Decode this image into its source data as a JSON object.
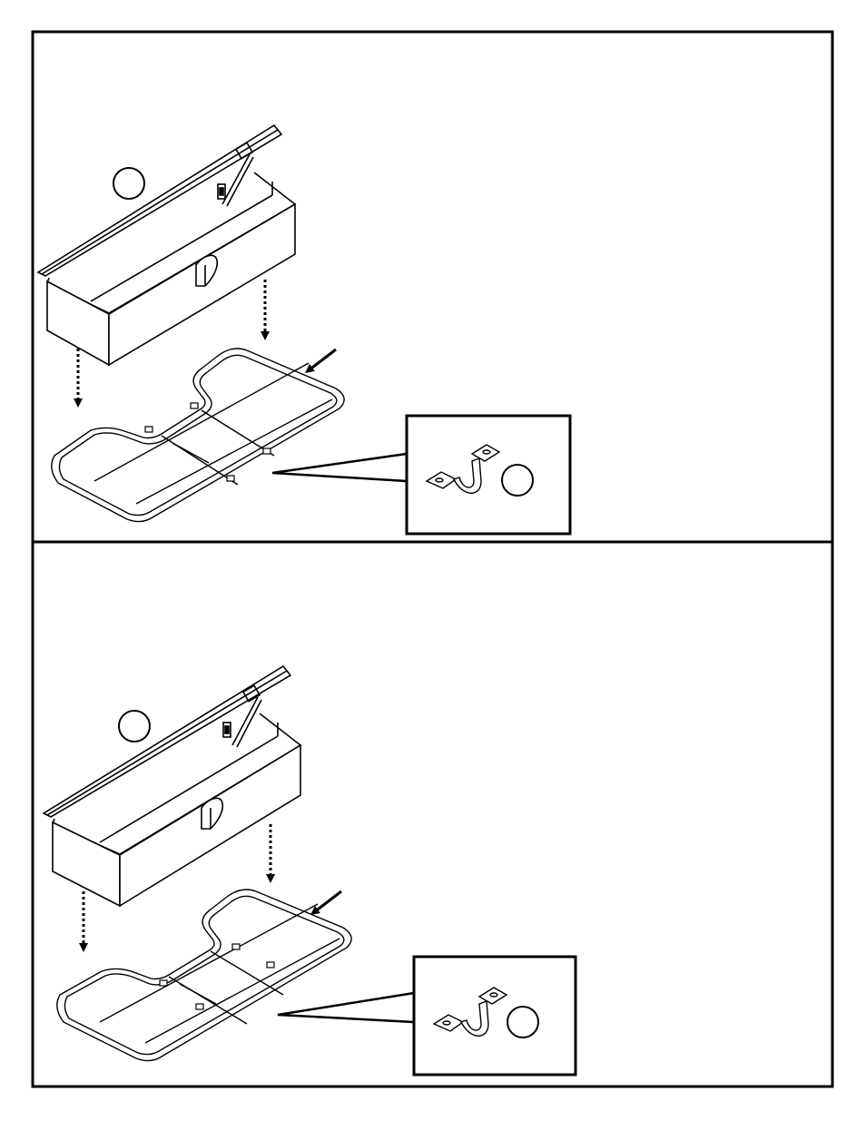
{
  "document": {
    "type": "assembly-instruction-diagram",
    "colors": {
      "line": "#000000",
      "background": "#ffffff"
    },
    "panels": [
      {
        "id": "panel-top",
        "objects": [
          "tool-box-open-lid",
          "frame-rack",
          "mounting-bracket-inset"
        ],
        "callouts": [
          {
            "id": "tool-box-callout",
            "label": ""
          },
          {
            "id": "bracket-callout",
            "label": ""
          }
        ],
        "arrows": [
          "dashed-drop-arrow-left",
          "dashed-drop-arrow-right",
          "pointer-arrow-frame"
        ]
      },
      {
        "id": "panel-bottom",
        "objects": [
          "tool-box-open-lid",
          "frame-rack",
          "mounting-bracket-inset"
        ],
        "callouts": [
          {
            "id": "tool-box-callout",
            "label": ""
          },
          {
            "id": "bracket-callout",
            "label": ""
          }
        ],
        "arrows": [
          "dashed-drop-arrow-left",
          "dashed-drop-arrow-right",
          "pointer-arrow-frame"
        ]
      }
    ]
  }
}
